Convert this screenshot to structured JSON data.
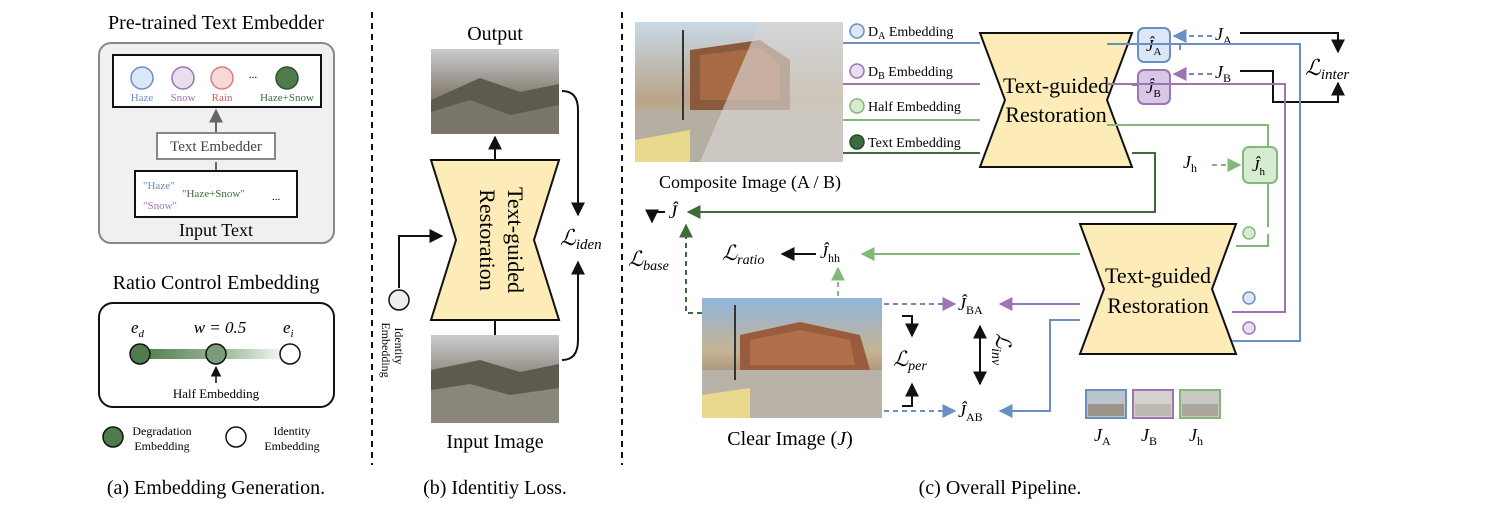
{
  "panel_a": {
    "title": "Pre-trained Text Embedder",
    "embed_labels": [
      "Haze",
      "Snow",
      "Rain",
      "...",
      "Haze+Snow"
    ],
    "text_embedder": "Text Embedder",
    "input_text_items": [
      "\"Haze\"",
      "\"Snow\"",
      "\"Haze+Snow\"",
      "..."
    ],
    "input_text_label": "Input Text",
    "ratio_title": "Ratio Control Embedding",
    "e_d": "e",
    "e_d_sub": "d",
    "w_label": "w = 0.5",
    "e_i": "e",
    "e_i_sub": "i",
    "half_embedding": "Half Embedding",
    "legend_deg_1": "Degradation",
    "legend_deg_2": "Embedding",
    "legend_id_1": "Identity",
    "legend_id_2": "Embedding",
    "caption": "(a)  Embedding Generation."
  },
  "panel_b": {
    "output": "Output",
    "block_1": "Text-guided",
    "block_2": "Restoration",
    "loss": "ℒ",
    "loss_sub": "iden",
    "identity_1": "Identity",
    "identity_2": "Embedding",
    "input_image": "Input Image",
    "caption": "(b) Identitiy Loss."
  },
  "panel_c": {
    "emb_a": "D",
    "emb_a_sub": "A",
    "emb_a_rest": " Embedding",
    "emb_b": "D",
    "emb_b_sub": "B",
    "emb_b_rest": " Embedding",
    "emb_half": "Half Embedding",
    "emb_text": "Text Embedding",
    "block_1": "Text-guided",
    "block_2": "Restoration",
    "composite": "Composite Image (A / B)",
    "j_a_hat": "Ĵ",
    "j_a_hat_sub": "A",
    "j_b_hat": "Ĵ",
    "j_b_hat_sub": "B",
    "j_h_hat": "Ĵ",
    "j_h_hat_sub": "h",
    "j_a": "J",
    "j_a_sub": "A",
    "j_b": "J",
    "j_b_sub": "B",
    "j_h": "J",
    "j_h_sub": "h",
    "l_inter": "ℒ",
    "l_inter_sub": "inter",
    "j_hat": "Ĵ",
    "l_base": "ℒ",
    "l_base_sub": "base",
    "l_ratio": "ℒ",
    "l_ratio_sub": "ratio",
    "j_hh": "Ĵ",
    "j_hh_sub": "hh",
    "j_ba": "Ĵ",
    "j_ba_sub": "BA",
    "j_ab": "Ĵ",
    "j_ab_sub": "AB",
    "l_per": "ℒ",
    "l_per_sub": "per",
    "l_inv": "ℒ",
    "l_inv_sub": "inv",
    "clear_image": "Clear Image (",
    "clear_j": "J",
    "clear_close": ")",
    "thumb_a": "J",
    "thumb_a_sub": "A",
    "thumb_b": "J",
    "thumb_b_sub": "B",
    "thumb_h": "J",
    "thumb_h_sub": "h",
    "caption": "(c) Overall Pipeline."
  },
  "colors": {
    "blue": "#6a8fc4",
    "purple": "#9b75b4",
    "green": "#84b87a",
    "dark_green": "#3d6b3c",
    "red": "#e07b7b",
    "block_fill": "#fdebb8"
  }
}
